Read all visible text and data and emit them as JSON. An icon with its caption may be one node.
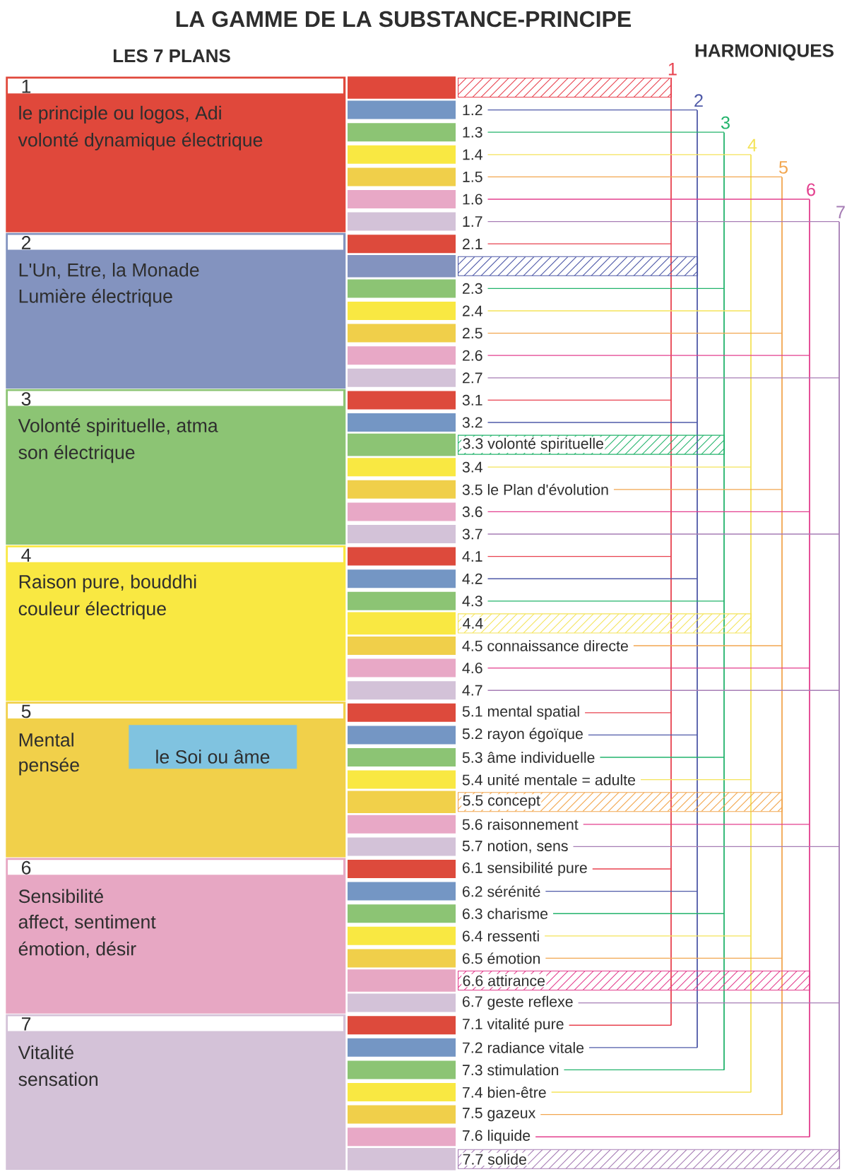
{
  "diagram": {
    "title": "LA GAMME DE LA SUBSTANCE-PRINCIPE",
    "nodes": [
      {
        "text": [
          "1",
          "le principle ou logos, Adi",
          "volonté dynamique électrique"
        ]
      },
      {
        "text": [
          "2",
          "L'Un, Etre, la Monade",
          "Lumière électrique"
        ]
      },
      {
        "text": [
          "3",
          "Volonté spirituelle, atma",
          "son électrique"
        ]
      },
      {
        "text": [
          "4",
          "Raison pure, bouddhi",
          "couleur électrique"
        ]
      },
      {
        "text": [
          "5",
          "Mental",
          "pensée"
        ]
      },
      {
        "text": [
          "le Soi ou âme"
        ],
        "in": 4
      },
      {
        "text": [
          "6",
          "Sensibilité",
          "affect, sentiment",
          "émotion, désir"
        ]
      },
      {
        "text": [
          "7",
          "Vitalité",
          "sensation"
        ]
      },
      {
        "text": [],
        "shape": "bar"
      },
      {
        "text": [
          "1.2"
        ]
      },
      {
        "text": [
          "1.3"
        ]
      },
      {
        "text": [
          "1.4"
        ]
      },
      {
        "text": [
          "1.5"
        ]
      },
      {
        "text": [
          "1.6"
        ]
      },
      {
        "text": [
          "1.7"
        ]
      },
      {
        "text": [
          "2.1"
        ]
      },
      {
        "text": [],
        "shape": "bar"
      },
      {
        "text": [
          "2.3"
        ]
      },
      {
        "text": [
          "2.4"
        ]
      },
      {
        "text": [
          "2.5"
        ]
      },
      {
        "text": [
          "2.6"
        ]
      },
      {
        "text": [
          "2.7"
        ]
      },
      {
        "text": [
          "3.1"
        ]
      },
      {
        "text": [
          "3.2"
        ]
      },
      {
        "text": [
          "3.3 volonté spirituelle"
        ]
      },
      {
        "text": [
          "3.4"
        ]
      },
      {
        "text": [
          "3.5 le Plan d'évolution"
        ]
      },
      {
        "text": [
          "3.6"
        ]
      },
      {
        "text": [
          "3.7"
        ]
      },
      {
        "text": [
          "4.1"
        ]
      },
      {
        "text": [
          "4.2"
        ]
      },
      {
        "text": [
          "4.3"
        ]
      },
      {
        "text": [
          "4.4"
        ]
      },
      {
        "text": [
          "4.5 connaissance directe"
        ]
      },
      {
        "text": [
          "4.6"
        ]
      },
      {
        "text": [
          "4.7"
        ]
      },
      {
        "text": [
          "5.1 mental spatial"
        ]
      },
      {
        "text": [
          "5.2 rayon égoïque"
        ]
      },
      {
        "text": [
          "5.3 âme individuelle"
        ]
      },
      {
        "text": [
          "5.4 unité mentale = adulte"
        ]
      },
      {
        "text": [
          "5.5 concept"
        ]
      },
      {
        "text": [
          "5.6 raisonnement"
        ]
      },
      {
        "text": [
          "5.7 notion, sens"
        ]
      },
      {
        "text": [
          "6.1 sensibilité pure"
        ]
      },
      {
        "text": [
          "6.2 sérénité"
        ]
      },
      {
        "text": [
          "6.3 charisme"
        ]
      },
      {
        "text": [
          "6.4 ressenti"
        ]
      },
      {
        "text": [
          "6.5 émotion"
        ]
      },
      {
        "text": [
          "6.6 attirance"
        ]
      },
      {
        "text": [
          "6.7 geste reflexe"
        ]
      },
      {
        "text": [
          "7.1 vitalité pure"
        ]
      },
      {
        "text": [
          "7.2 radiance vitale"
        ]
      },
      {
        "text": [
          "7.3 stimulation"
        ]
      },
      {
        "text": [
          "7.4 bien-être"
        ]
      },
      {
        "text": [
          "7.5 gazeux"
        ]
      },
      {
        "text": [
          "7.6 liquide"
        ]
      },
      {
        "text": [
          "7.7 solide"
        ]
      },
      {
        "text": [
          "1"
        ]
      },
      {
        "text": [
          "2"
        ]
      },
      {
        "text": [
          "3"
        ]
      },
      {
        "text": [
          "4"
        ]
      },
      {
        "text": [
          "5"
        ]
      },
      {
        "text": [
          "6"
        ]
      },
      {
        "text": [
          "7"
        ]
      }
    ],
    "edges": [
      {
        "from": 9,
        "to": 58,
        "arrow": "none",
        "color": "#4f5aa8"
      },
      {
        "from": 10,
        "to": 59,
        "arrow": "none",
        "color": "#22b36b"
      },
      {
        "from": 11,
        "to": 60,
        "arrow": "none",
        "color": "#f4e35a"
      },
      {
        "from": 12,
        "to": 61,
        "arrow": "none",
        "color": "#f2a64f"
      },
      {
        "from": 13,
        "to": 62,
        "arrow": "none",
        "color": "#e33f8e"
      },
      {
        "from": 14,
        "to": 63,
        "arrow": "none",
        "color": "#a67db5"
      },
      {
        "from": 15,
        "to": 57,
        "arrow": "none",
        "color": "#e8424f"
      },
      {
        "from": 17,
        "to": 59,
        "arrow": "none",
        "color": "#22b36b"
      },
      {
        "from": 18,
        "to": 60,
        "arrow": "none",
        "color": "#f4e35a"
      },
      {
        "from": 19,
        "to": 61,
        "arrow": "none",
        "color": "#f2a64f"
      },
      {
        "from": 20,
        "to": 62,
        "arrow": "none",
        "color": "#e33f8e"
      },
      {
        "from": 21,
        "to": 63,
        "arrow": "none",
        "color": "#a67db5"
      },
      {
        "from": 22,
        "to": 57,
        "arrow": "none",
        "color": "#e8424f"
      },
      {
        "from": 23,
        "to": 58,
        "arrow": "none",
        "color": "#4f5aa8"
      },
      {
        "from": 25,
        "to": 60,
        "arrow": "none",
        "color": "#f4e35a"
      },
      {
        "from": 26,
        "to": 61,
        "arrow": "none",
        "color": "#f2a64f"
      },
      {
        "from": 27,
        "to": 62,
        "arrow": "none",
        "color": "#e33f8e"
      },
      {
        "from": 28,
        "to": 63,
        "arrow": "none",
        "color": "#a67db5"
      },
      {
        "from": 29,
        "to": 57,
        "arrow": "none",
        "color": "#e8424f"
      },
      {
        "from": 30,
        "to": 58,
        "arrow": "none",
        "color": "#4f5aa8"
      },
      {
        "from": 31,
        "to": 59,
        "arrow": "none",
        "color": "#22b36b"
      },
      {
        "from": 33,
        "to": 61,
        "arrow": "none",
        "color": "#f2a64f"
      },
      {
        "from": 34,
        "to": 62,
        "arrow": "none",
        "color": "#e33f8e"
      },
      {
        "from": 35,
        "to": 63,
        "arrow": "none",
        "color": "#a67db5"
      },
      {
        "from": 36,
        "to": 57,
        "arrow": "none",
        "color": "#e8424f"
      },
      {
        "from": 37,
        "to": 58,
        "arrow": "none",
        "color": "#4f5aa8"
      },
      {
        "from": 38,
        "to": 59,
        "arrow": "none",
        "color": "#22b36b"
      },
      {
        "from": 39,
        "to": 60,
        "arrow": "none",
        "color": "#f4e35a"
      },
      {
        "from": 41,
        "to": 62,
        "arrow": "none",
        "color": "#e33f8e"
      },
      {
        "from": 42,
        "to": 63,
        "arrow": "none",
        "color": "#a67db5"
      },
      {
        "from": 43,
        "to": 57,
        "arrow": "none",
        "color": "#e8424f"
      },
      {
        "from": 44,
        "to": 58,
        "arrow": "none",
        "color": "#4f5aa8"
      },
      {
        "from": 45,
        "to": 59,
        "arrow": "none",
        "color": "#22b36b"
      },
      {
        "from": 46,
        "to": 60,
        "arrow": "none",
        "color": "#f4e35a"
      },
      {
        "from": 47,
        "to": 61,
        "arrow": "none",
        "color": "#f2a64f"
      },
      {
        "from": 49,
        "to": 63,
        "arrow": "none",
        "color": "#a67db5"
      },
      {
        "from": 50,
        "to": 57,
        "arrow": "none",
        "color": "#e8424f"
      },
      {
        "from": 51,
        "to": 58,
        "arrow": "none",
        "color": "#4f5aa8"
      },
      {
        "from": 52,
        "to": 59,
        "arrow": "none",
        "color": "#22b36b"
      },
      {
        "from": 53,
        "to": 60,
        "arrow": "none",
        "color": "#f4e35a"
      },
      {
        "from": 54,
        "to": 61,
        "arrow": "none",
        "color": "#f2a64f"
      },
      {
        "from": 55,
        "to": 62,
        "arrow": "none",
        "color": "#e33f8e"
      }
    ],
    "labels": [
      "LES 7 PLANS",
      "HARMONIQUES"
    ]
  }
}
